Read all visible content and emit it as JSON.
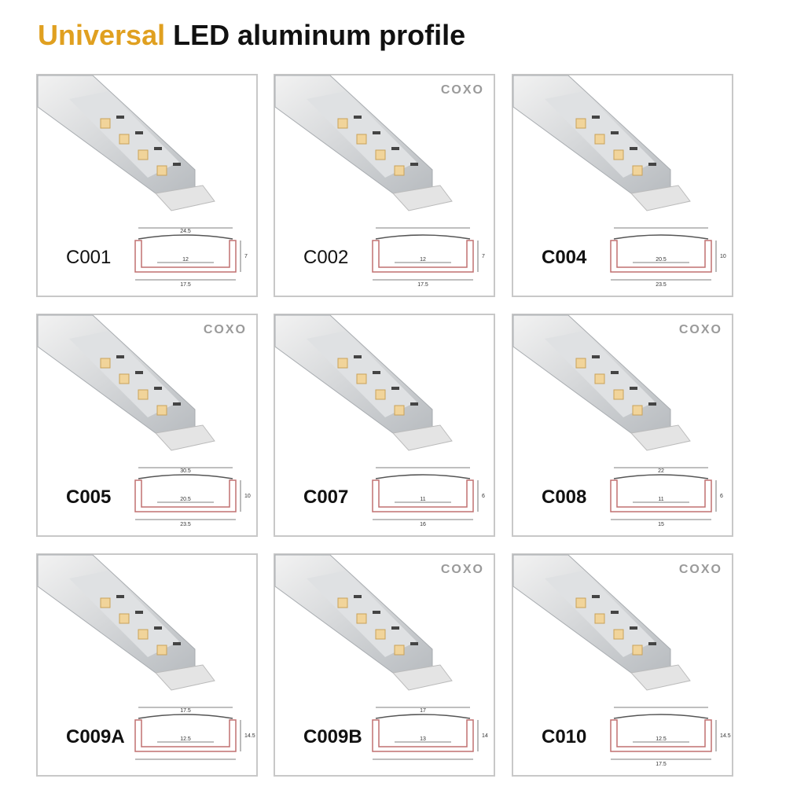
{
  "title": {
    "accent": "Universal",
    "rest": " LED aluminum profile"
  },
  "colors": {
    "accent": "#e0a020",
    "text": "#111111",
    "border": "#c8c8c8",
    "watermark": "#9a9a9a",
    "diagram": "#c07070"
  },
  "products": [
    {
      "model": "C001",
      "bold": false,
      "watermark": "",
      "dims": {
        "top": "24.5",
        "inner": "12",
        "bottom": "17.5",
        "height": "7"
      }
    },
    {
      "model": "C002",
      "bold": false,
      "watermark": "COXO",
      "dims": {
        "top": "",
        "inner": "12",
        "bottom": "17.5",
        "height": "7"
      }
    },
    {
      "model": "C004",
      "bold": true,
      "watermark": "",
      "dims": {
        "top": "",
        "inner": "20.5",
        "bottom": "23.5",
        "height": "10"
      }
    },
    {
      "model": "C005",
      "bold": true,
      "watermark": "COXO",
      "dims": {
        "top": "30.5",
        "inner": "20.5",
        "bottom": "23.5",
        "height": "10"
      }
    },
    {
      "model": "C007",
      "bold": true,
      "watermark": "",
      "dims": {
        "top": "",
        "inner": "11",
        "bottom": "16",
        "height": "6"
      }
    },
    {
      "model": "C008",
      "bold": true,
      "watermark": "COXO",
      "dims": {
        "top": "22",
        "inner": "11",
        "bottom": "15",
        "height": "6"
      }
    },
    {
      "model": "C009A",
      "bold": true,
      "watermark": "",
      "dims": {
        "top": "17.5",
        "inner": "12.5",
        "bottom": "",
        "height": "14.5"
      }
    },
    {
      "model": "C009B",
      "bold": true,
      "watermark": "COXO",
      "dims": {
        "top": "17",
        "inner": "13",
        "bottom": "",
        "height": "14"
      }
    },
    {
      "model": "C010",
      "bold": true,
      "watermark": "COXO",
      "dims": {
        "top": "",
        "inner": "12.5",
        "bottom": "17.5",
        "height": "14.5"
      }
    }
  ]
}
